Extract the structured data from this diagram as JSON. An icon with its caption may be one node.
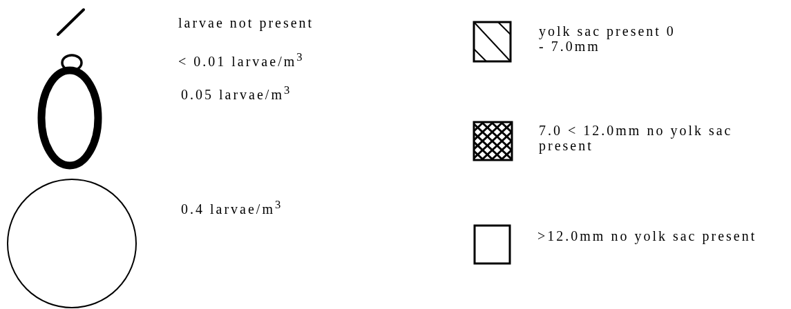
{
  "diagram": {
    "legend": [
      {
        "text": "larvae not present"
      },
      {
        "text": "< 0.01 larvae/m$^{3}$"
      },
      {
        "text": "0.05 larvae/m$^{3}$"
      },
      {
        "text": "0.4 larvae/m$^{3}$"
      },
      {
        "text": "yolk sac present 0 - 7.0mm"
      },
      {
        "text": "7.0 < 12.0mm no yolk sac present"
      },
      {
        "text": ">12.0mm no yolk sac present"
      }
    ]
  }
}
